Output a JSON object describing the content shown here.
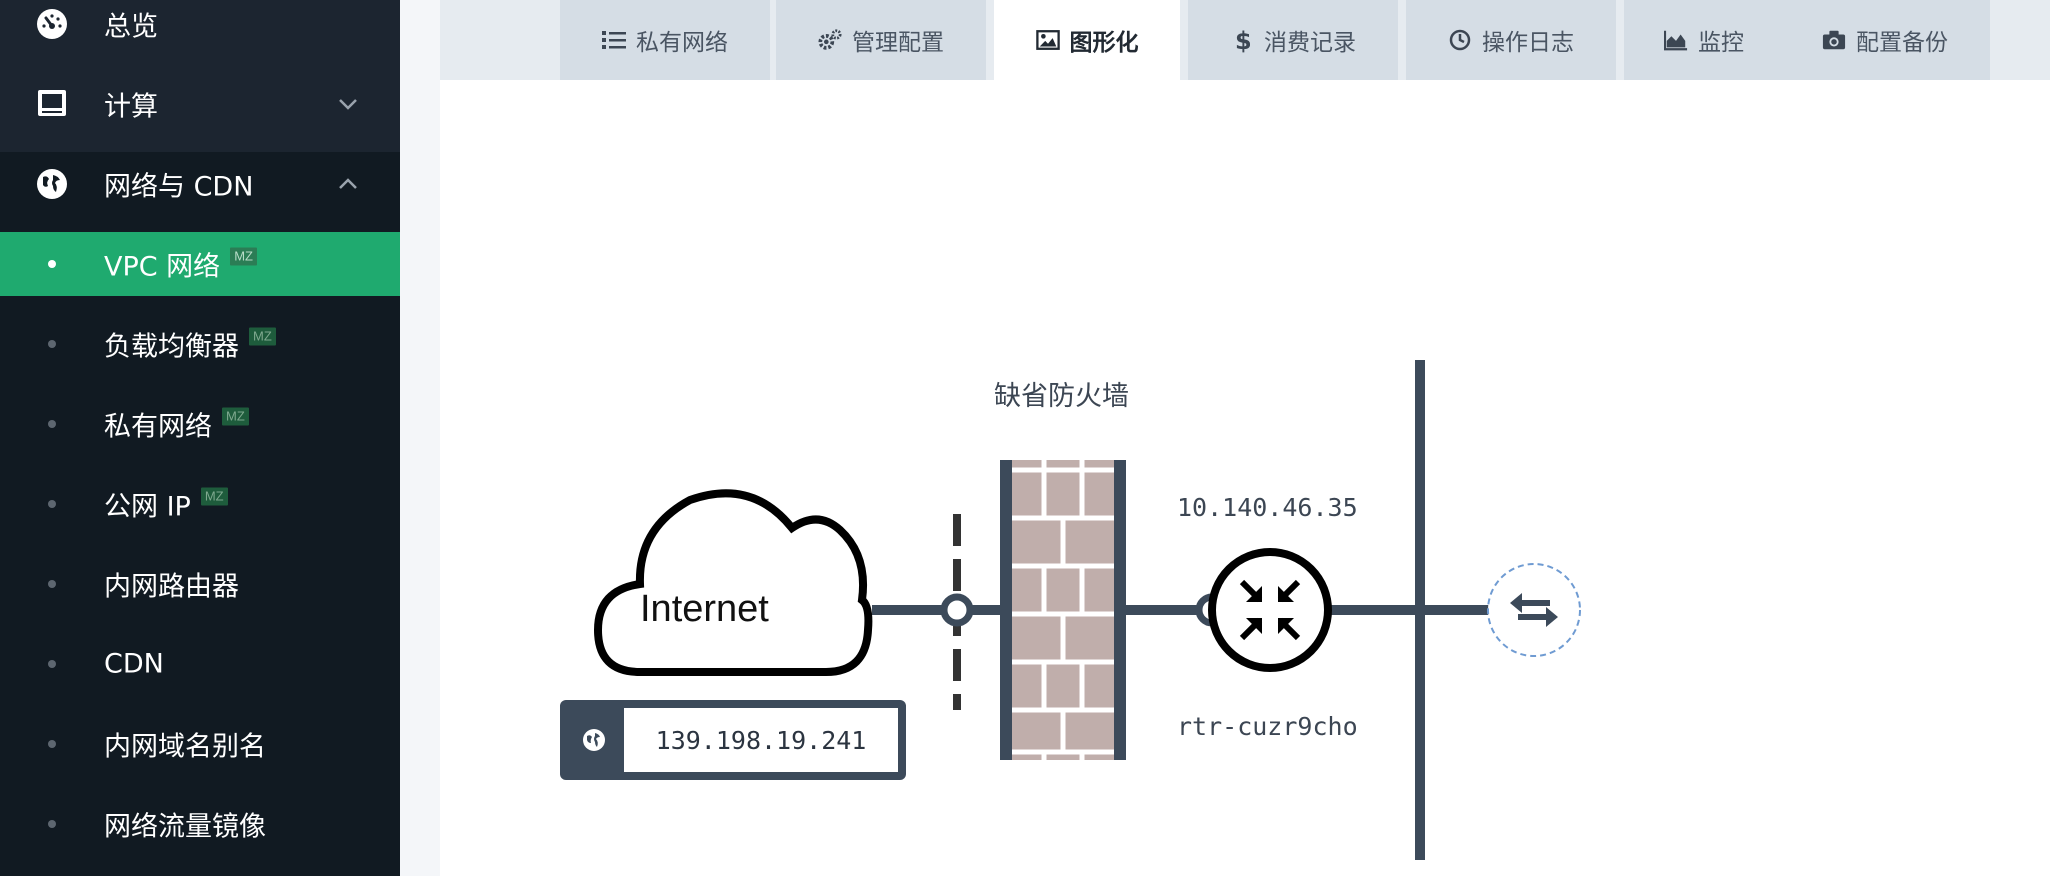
{
  "sidebar": {
    "items": [
      {
        "label": "总览",
        "icon": "dashboard-icon"
      },
      {
        "label": "计算",
        "icon": "monitor-icon"
      },
      {
        "label": "网络与 CDN",
        "icon": "globe-icon"
      }
    ],
    "sub_items": [
      {
        "label": "VPC 网络",
        "badge": "MZ",
        "active": true
      },
      {
        "label": "负载均衡器",
        "badge": "MZ"
      },
      {
        "label": "私有网络",
        "badge": "MZ"
      },
      {
        "label": "公网 IP",
        "badge": "MZ"
      },
      {
        "label": "内网路由器",
        "badge": ""
      },
      {
        "label": "CDN",
        "badge": ""
      },
      {
        "label": "内网域名别名",
        "badge": ""
      },
      {
        "label": "网络流量镜像",
        "badge": ""
      }
    ]
  },
  "tabs": [
    {
      "label": "私有网络",
      "icon": "list-icon"
    },
    {
      "label": "管理配置",
      "icon": "gears-icon"
    },
    {
      "label": "图形化",
      "icon": "image-icon",
      "active": true
    },
    {
      "label": "消费记录",
      "icon": "dollar-icon"
    },
    {
      "label": "操作日志",
      "icon": "clock-icon"
    },
    {
      "label": "监控",
      "icon": "area-chart-icon"
    },
    {
      "label": "配置备份",
      "icon": "camera-icon"
    }
  ],
  "diagram": {
    "firewall_label": "缺省防火墙",
    "internet_label": "Internet",
    "public_ip": "139.198.19.241",
    "router_ip": "10.140.46.35",
    "router_id": "rtr-cuzr9cho"
  },
  "colors": {
    "sidebar_bg": "#111a22",
    "active_green": "#1faa6f",
    "line": "#3c4a5a",
    "brick": "#c0aeab"
  }
}
